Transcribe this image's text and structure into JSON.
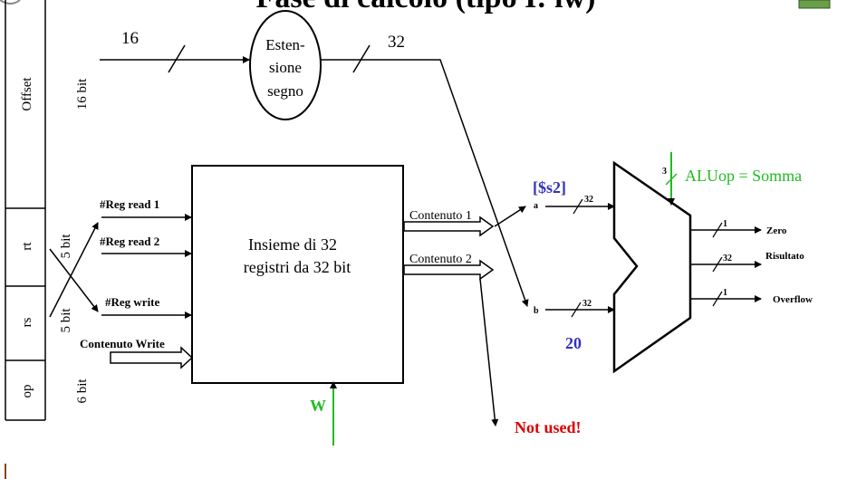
{
  "title": "Fase di calcolo (tipo I: lw)",
  "instruction_fields": [
    {
      "name": "Offset",
      "width": "16 bit"
    },
    {
      "name": "rt",
      "width": "5 bit"
    },
    {
      "name": "rs",
      "width": "5 bit"
    },
    {
      "name": "op",
      "width": "6 bit"
    }
  ],
  "sign_extend": {
    "label_line1": "Esten-",
    "label_line2": "sione",
    "label_line3": "segno",
    "in_width": "16",
    "out_width": "32"
  },
  "register_file": {
    "label_line1": "Insieme di 32",
    "label_line2": "registri da 32 bit",
    "in_read1": "#Reg read 1",
    "in_read2": "#Reg read 2",
    "in_write": "#Reg write",
    "in_write_data": "Contenuto Write",
    "out1": "Contenuto 1",
    "out2": "Contenuto 2",
    "write_enable": "W"
  },
  "alu": {
    "op_width": "3",
    "op_label": "ALUop = Somma",
    "in_a_label": "a",
    "in_b_label": "b",
    "in_a_width": "32",
    "in_b_width": "32",
    "value_a": "[$s2]",
    "value_b": "20",
    "outputs": [
      {
        "label": "Zero",
        "width": "1"
      },
      {
        "label": "Risultato",
        "width": "32"
      },
      {
        "label": "Overflow",
        "width": "1"
      }
    ]
  },
  "not_used_label": "Not used!",
  "colors": {
    "green": "#22bb22",
    "blue": "#3333bb",
    "red": "#dd0000",
    "tab": "#8b4513"
  }
}
